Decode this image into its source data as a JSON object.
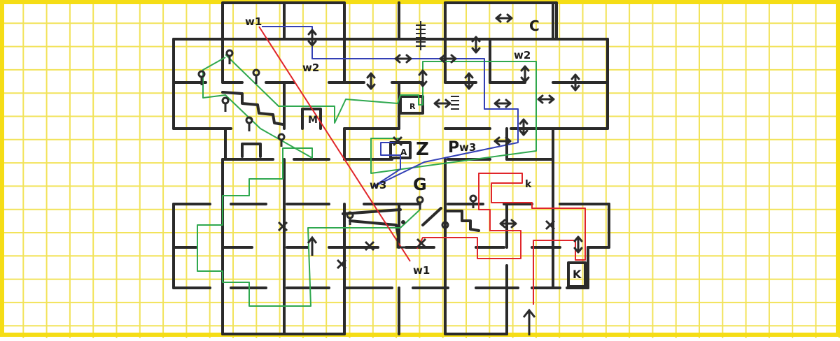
{
  "colors": {
    "paper": "#ffffff",
    "grid": "#f2e35a",
    "border": "#f5dd16",
    "walls": "#2a2a2a",
    "route_red": "#e0262b",
    "route_green": "#2fa84f",
    "route_blue": "#3340b5",
    "ink": "#1c1c1c"
  },
  "labels": {
    "w1_top": "w1",
    "w1_bottom": "w1",
    "w2_upper": "w2",
    "w2_right": "w2",
    "w3_left": "w3",
    "w3_right": "w3",
    "c": "C",
    "m": "M",
    "z": "Z",
    "p": "P",
    "g": "G",
    "a": "A",
    "k_top": "k",
    "k_bottom": "K",
    "r": "R"
  },
  "icons": {
    "door": "double-arrow-icon",
    "key": "key-icon",
    "spring": "coil-icon",
    "cross": "x-mark-icon",
    "entrance": "up-arrow-icon"
  }
}
